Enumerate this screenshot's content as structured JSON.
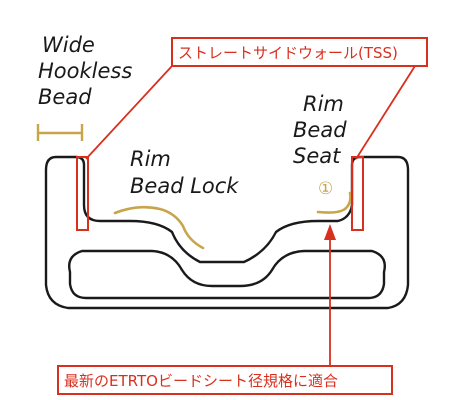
{
  "labels": {
    "wide_hookless_bead": [
      "Wide",
      "Hookless",
      "Bead"
    ],
    "rim_bead_lock": [
      "Rim",
      "Bead Lock"
    ],
    "rim_bead_seat": [
      "Rim",
      "Bead",
      "Seat"
    ],
    "marker": "①"
  },
  "callouts": {
    "tss": "ストレートサイドウォール(TSS)",
    "etrto": "最新のETRTOビードシート径規格に適合"
  },
  "colors": {
    "outline": "#1a1a1a",
    "callout": "#d8301f",
    "highlight": "#c9a54a"
  }
}
